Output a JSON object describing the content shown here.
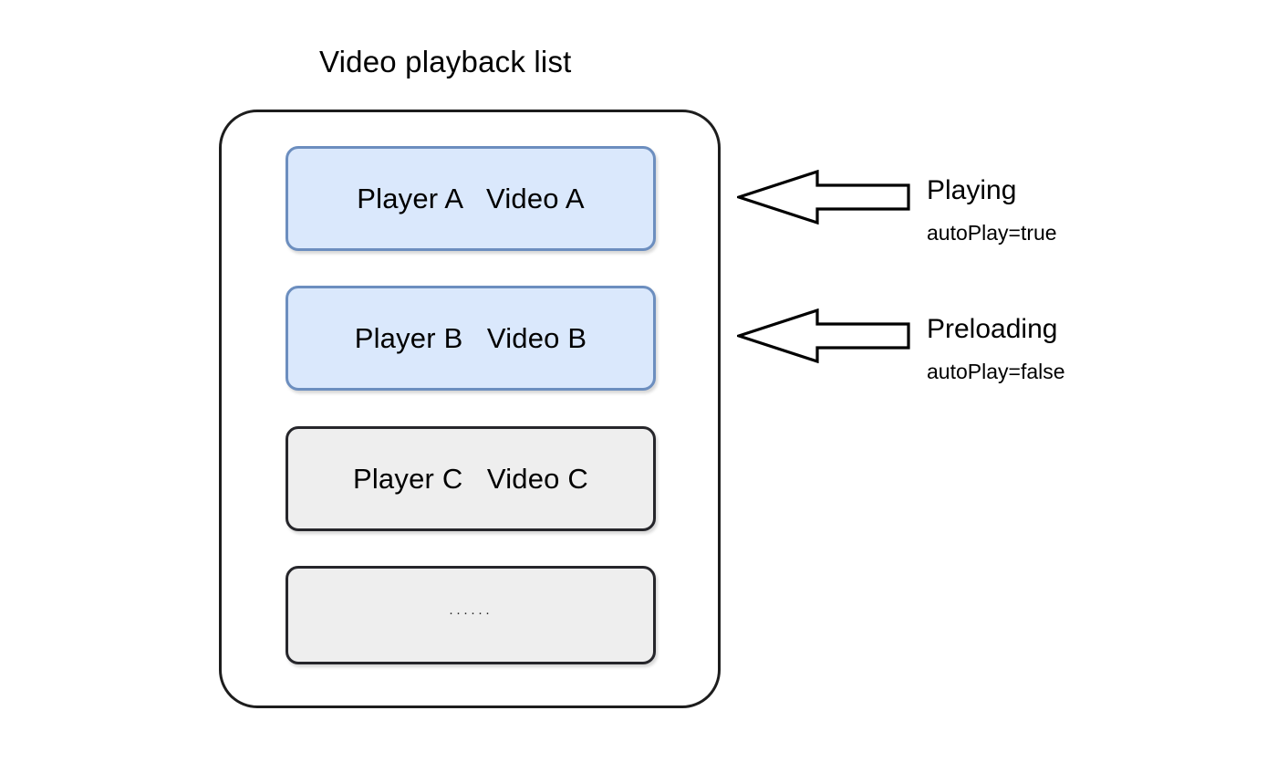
{
  "diagram": {
    "title": "Video playback list",
    "container_name": "video-playback-list",
    "colors": {
      "active_fill": "#dae8fc",
      "active_border": "#6c8ebf",
      "idle_fill": "#eeeeee",
      "idle_border": "#26262b",
      "outline": "#1d1d1d",
      "background": "#ffffff",
      "text": "#000000"
    },
    "rows": [
      {
        "id": "row-a",
        "player": "Player A",
        "video": "Video A",
        "text": "Player A   Video A",
        "state": "active"
      },
      {
        "id": "row-b",
        "player": "Player B",
        "video": "Video B",
        "text": "Player B   Video B",
        "state": "active"
      },
      {
        "id": "row-c",
        "player": "Player C",
        "video": "Video C",
        "text": "Player C   Video C",
        "state": "idle"
      },
      {
        "id": "row-more",
        "player": "",
        "video": "",
        "text": "······",
        "state": "idle"
      }
    ],
    "annotations": [
      {
        "id": "playing",
        "title": "Playing",
        "sub": "autoPlay=true",
        "arrow": "left-block-arrow",
        "target_row": "row-a"
      },
      {
        "id": "preloading",
        "title": "Preloading",
        "sub": "autoPlay=false",
        "arrow": "left-block-arrow",
        "target_row": "row-b"
      }
    ]
  }
}
